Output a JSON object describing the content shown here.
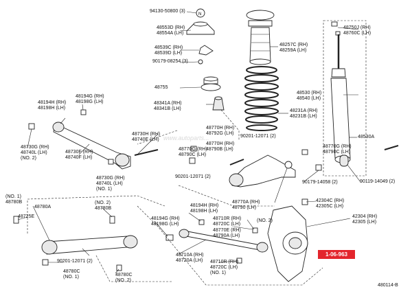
{
  "diagram": {
    "watermark": "www.autoparts...",
    "reference_tag": "1-06-963",
    "figure_code": "480114-B",
    "labels": [
      {
        "id": "l01",
        "lines": [
          "94130-50800 (3)"
        ]
      },
      {
        "id": "l02",
        "lines": [
          "48553D (RH)",
          "48554A (LH)"
        ]
      },
      {
        "id": "l03",
        "lines": [
          "48539C (RH)",
          "48539D (LH)"
        ]
      },
      {
        "id": "l04",
        "lines": [
          "90179-08254 (3)"
        ]
      },
      {
        "id": "l05",
        "lines": [
          "48755"
        ]
      },
      {
        "id": "l06",
        "lines": [
          "48341A (RH)",
          "48341B (LH)"
        ]
      },
      {
        "id": "l07",
        "lines": [
          "48257C (RH)",
          "48259A (LH)"
        ]
      },
      {
        "id": "l08",
        "lines": [
          "48750J (RH)",
          "48760C (LH)"
        ]
      },
      {
        "id": "l09",
        "lines": [
          "48530 (RH)",
          "48540 (LH)"
        ]
      },
      {
        "id": "l10",
        "lines": [
          "48231A (RH)",
          "48231B (LH)"
        ]
      },
      {
        "id": "l11",
        "lines": [
          "48194H (RH)",
          "48198H (LH)"
        ]
      },
      {
        "id": "l12",
        "lines": [
          "48194G (RH)",
          "48198G (LH)"
        ]
      },
      {
        "id": "l13",
        "lines": [
          "90201-12071 (2)"
        ]
      },
      {
        "id": "l14",
        "lines": [
          "48530A"
        ]
      },
      {
        "id": "l15",
        "lines": [
          "48770H (RH)",
          "48792G (LH)"
        ]
      },
      {
        "id": "l16",
        "lines": [
          "48730H (RH)",
          "48740E (LH)"
        ]
      },
      {
        "id": "l17",
        "lines": [
          "48770H (RH)",
          "48790B (LH)"
        ]
      },
      {
        "id": "l18",
        "lines": [
          "48770G (RH)",
          "48790C (LH)"
        ]
      },
      {
        "id": "l19",
        "lines": [
          "48770G (RH)",
          "48790C (LH)"
        ]
      },
      {
        "id": "l20",
        "lines": [
          "48730G (RH)",
          "48740L (LH)",
          "(NO. 2)"
        ]
      },
      {
        "id": "l21",
        "lines": [
          "48730F (RH)",
          "48740F (LH)"
        ]
      },
      {
        "id": "l22",
        "lines": [
          "90201-12071 (2)"
        ]
      },
      {
        "id": "l23",
        "lines": [
          "48730G (RH)",
          "48740L (LH)",
          "(NO. 1)"
        ]
      },
      {
        "id": "l24",
        "lines": [
          "90179-14058 (2)"
        ]
      },
      {
        "id": "l25",
        "lines": [
          "90119-14049 (2)"
        ]
      },
      {
        "id": "l26",
        "lines": [
          "(NO. 1)",
          "48780B"
        ]
      },
      {
        "id": "l27",
        "lines": [
          "48780A"
        ]
      },
      {
        "id": "l28",
        "lines": [
          "48725E"
        ]
      },
      {
        "id": "l29",
        "lines": [
          "(NO. 2)",
          "48780B"
        ]
      },
      {
        "id": "l30",
        "lines": [
          "48194H (RH)",
          "48198H (LH)"
        ]
      },
      {
        "id": "l31",
        "lines": [
          "48770A (RH)",
          "48790 (LH)"
        ]
      },
      {
        "id": "l32",
        "lines": [
          "42304C (RH)",
          "42305C (LH)"
        ]
      },
      {
        "id": "l33",
        "lines": [
          "48194G (RH)",
          "48198G (LH)"
        ]
      },
      {
        "id": "l34",
        "lines": [
          "48710R (RH)",
          "48720C (LH)"
        ]
      },
      {
        "id": "l35",
        "lines": [
          "(NO. 2)"
        ]
      },
      {
        "id": "l36",
        "lines": [
          "42304 (RH)",
          "42305 (LH)"
        ]
      },
      {
        "id": "l37",
        "lines": [
          "48770E (RH)",
          "48790A (LH)"
        ]
      },
      {
        "id": "l38",
        "lines": [
          "48710A (RH)",
          "48720A (LH)"
        ]
      },
      {
        "id": "l39",
        "lines": [
          "90201-12071 (2)"
        ]
      },
      {
        "id": "l40",
        "lines": [
          "48710R (RH)",
          "48720C (LH)",
          "(NO. 1)"
        ]
      },
      {
        "id": "l41",
        "lines": [
          "48780C",
          "(NO. 1)"
        ]
      },
      {
        "id": "l42",
        "lines": [
          "48780C",
          "(NO. 2)"
        ]
      }
    ]
  }
}
